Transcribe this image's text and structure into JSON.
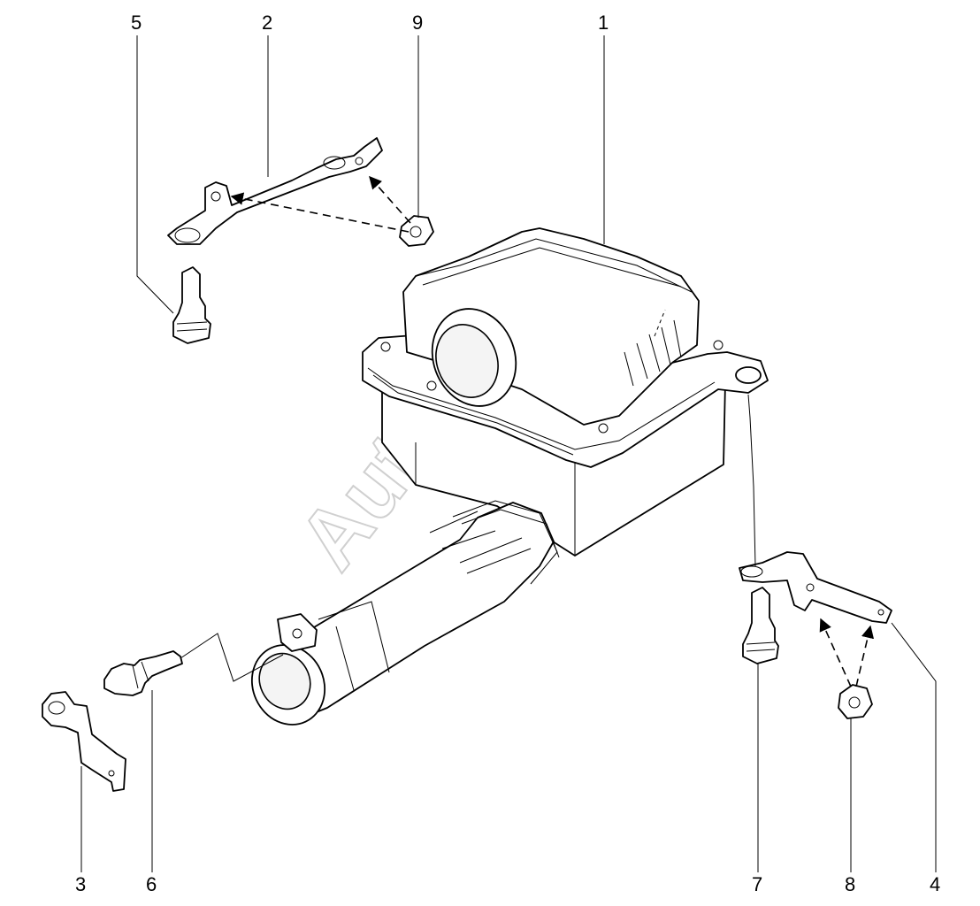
{
  "diagram": {
    "watermark": "AutoSoft",
    "callouts": [
      {
        "id": "5",
        "label": "5"
      },
      {
        "id": "2",
        "label": "2"
      },
      {
        "id": "9",
        "label": "9"
      },
      {
        "id": "1",
        "label": "1"
      },
      {
        "id": "3",
        "label": "3"
      },
      {
        "id": "6",
        "label": "6"
      },
      {
        "id": "7",
        "label": "7"
      },
      {
        "id": "8",
        "label": "8"
      },
      {
        "id": "4",
        "label": "4"
      }
    ]
  }
}
